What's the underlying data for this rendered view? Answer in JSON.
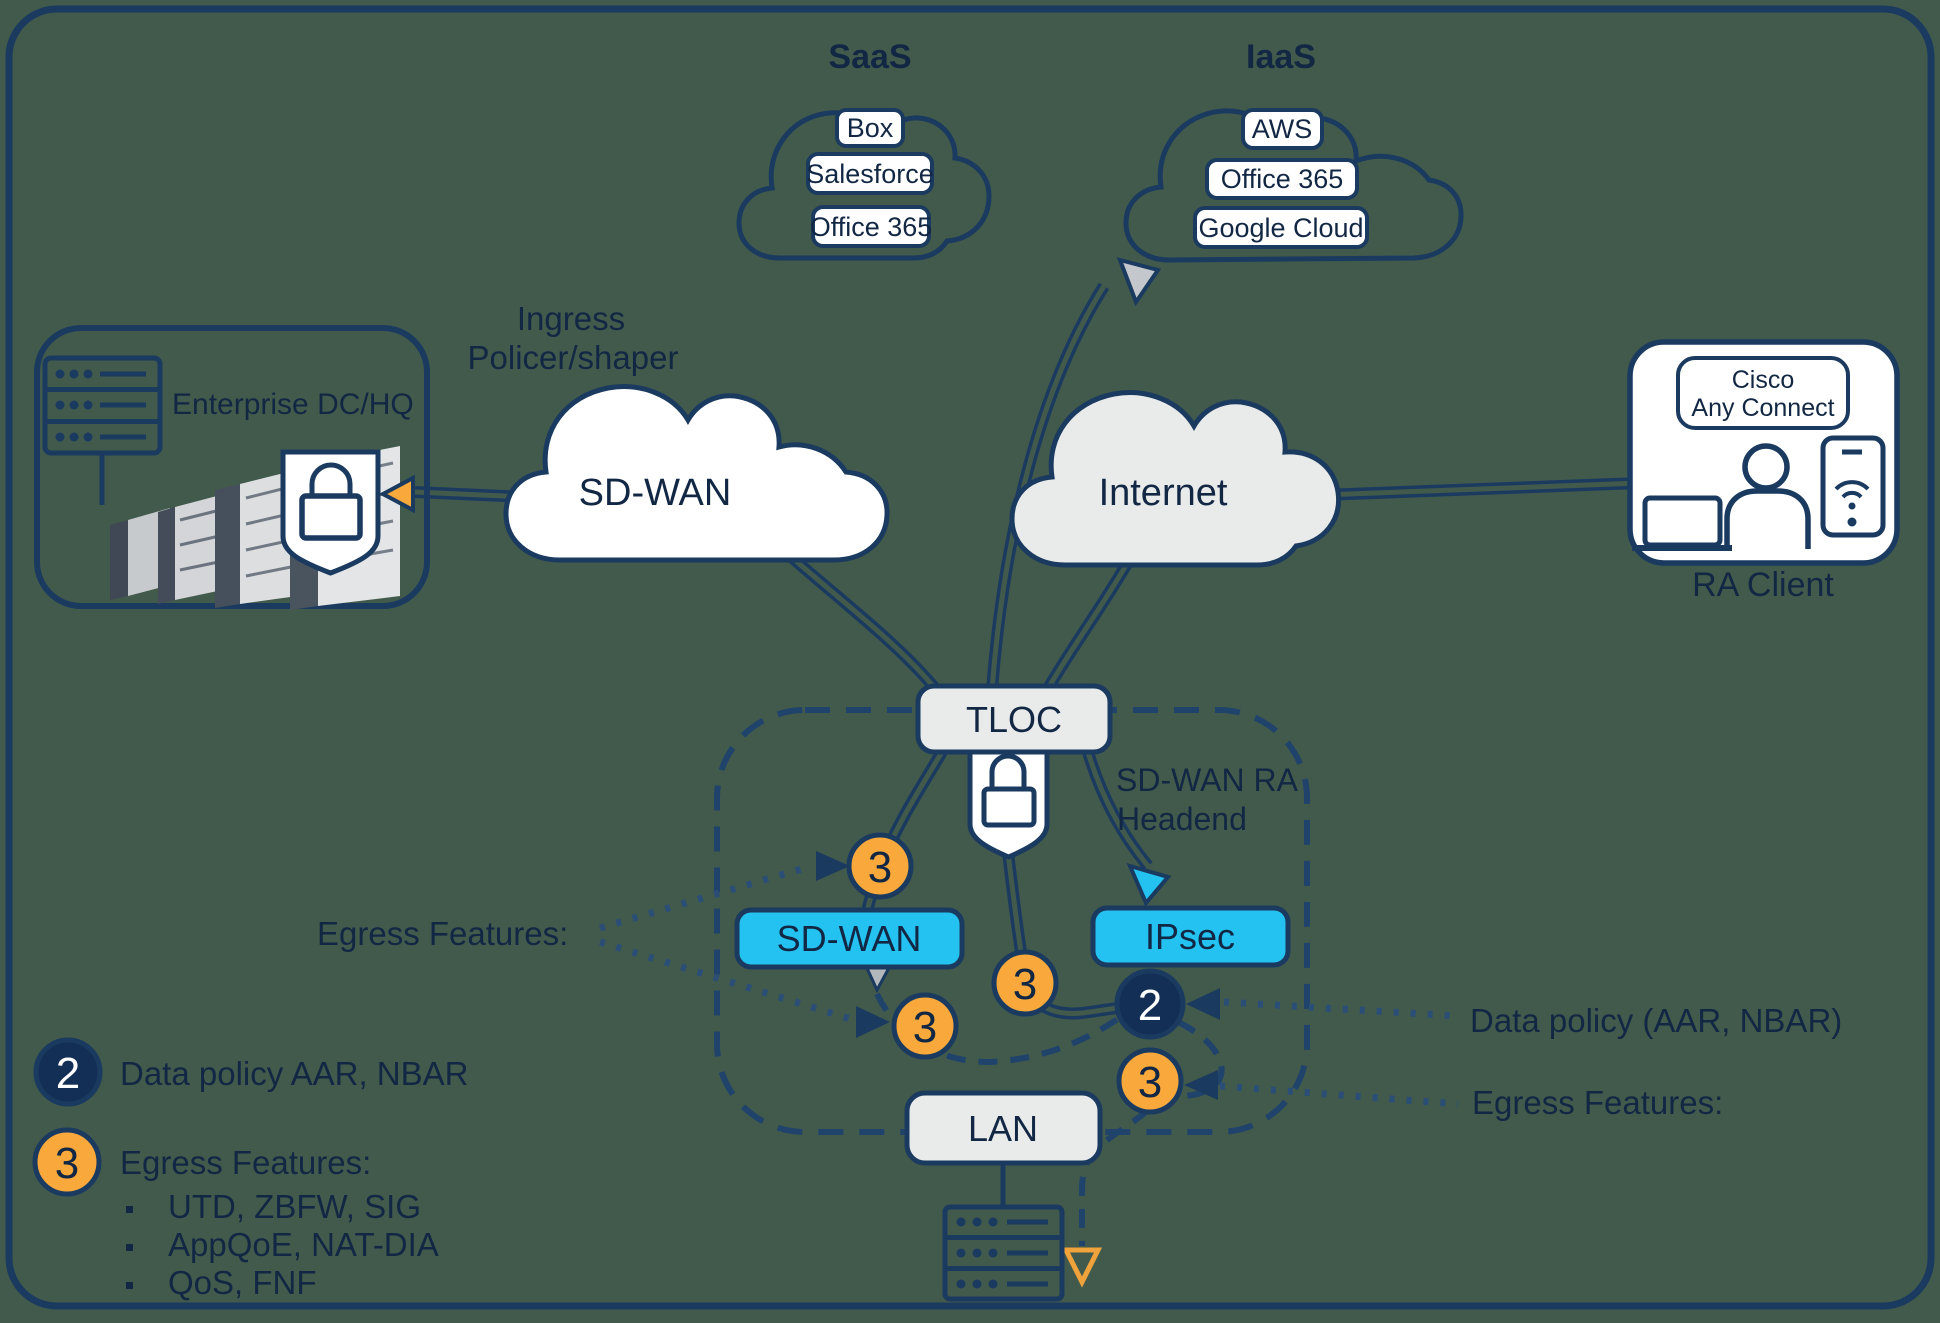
{
  "colors": {
    "background": "#425a4b",
    "navy_line": "#1a3a60",
    "navy_text": "#122744",
    "cyan": "#23c2f0",
    "orange": "#f9a83b",
    "navy_badge_fill": "#132f55",
    "gray_fill": "#e9eaea",
    "white": "#ffffff"
  },
  "clouds": {
    "saas": {
      "title": "SaaS",
      "apps": [
        "Box",
        "Salesforce",
        "Office 365"
      ]
    },
    "iaas": {
      "title": "IaaS",
      "apps": [
        "AWS",
        "Office 365",
        "Google Cloud"
      ]
    },
    "sdwan_transport": {
      "label": "SD-WAN"
    },
    "internet": {
      "label": "Internet"
    }
  },
  "left_site": {
    "label": "Enterprise DC/HQ"
  },
  "ingress_label": {
    "line1": "Ingress",
    "line2": "Policer/shaper"
  },
  "ra_client": {
    "app_line1": "Cisco",
    "app_line2": "Any Connect",
    "label": "RA Client"
  },
  "headend": {
    "tloc": "TLOC",
    "name_line1": "SD-WAN RA",
    "name_line2": "Headend",
    "sdwan_service": "SD-WAN",
    "ipsec_service": "IPsec",
    "lan": "LAN"
  },
  "badges": {
    "data_policy": "2",
    "egress": "3"
  },
  "callouts": {
    "egress_left": "Egress Features:",
    "data_policy_right": "Data policy (AAR, NBAR)",
    "egress_right": "Egress Features:"
  },
  "legend": {
    "data_policy": {
      "badge": "2",
      "text": "Data policy AAR, NBAR"
    },
    "egress": {
      "badge": "3",
      "title": "Egress Features:",
      "items": [
        "UTD, ZBFW, SIG",
        "AppQoE, NAT-DIA",
        "QoS, FNF"
      ]
    }
  }
}
